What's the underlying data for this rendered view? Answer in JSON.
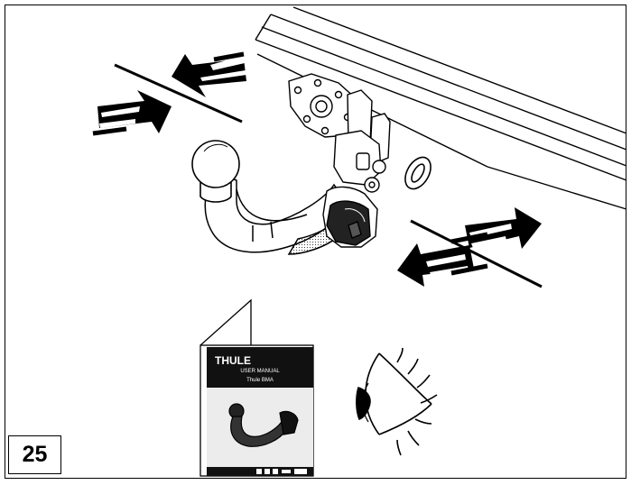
{
  "step_number": "25",
  "manual": {
    "brand": "THULE",
    "title": "USER MANUAL",
    "subtitle": "Thule BMA"
  },
  "colors": {
    "line": "#000000",
    "manual_dark": "#111111",
    "manual_light": "#ececec",
    "background": "#ffffff"
  }
}
